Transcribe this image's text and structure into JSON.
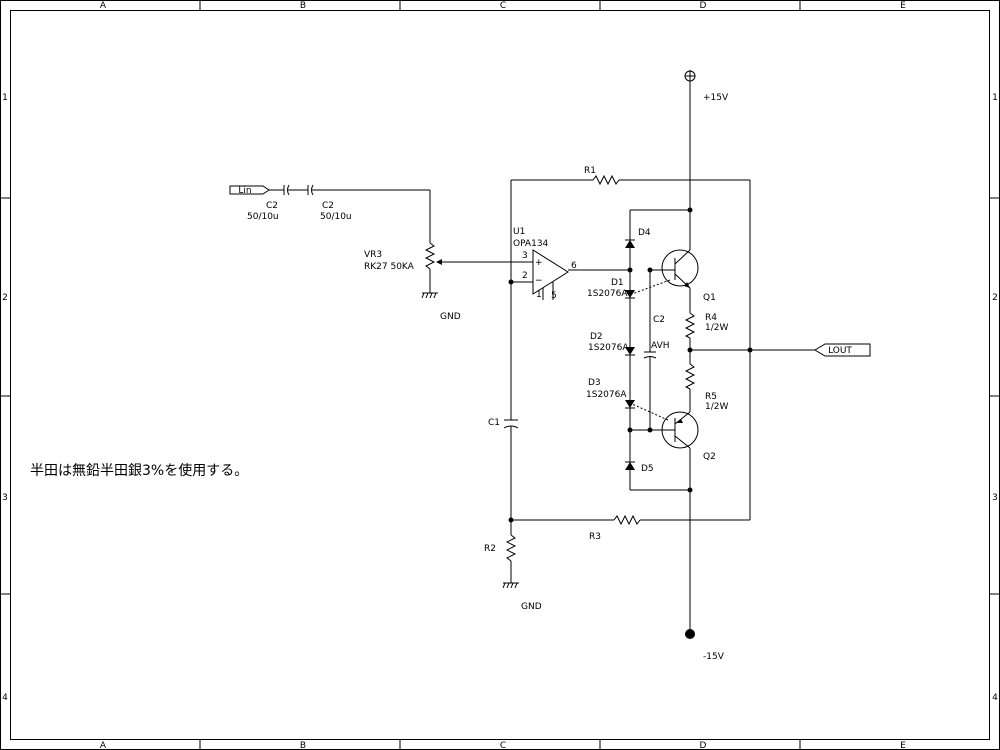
{
  "border": {
    "columns": [
      "A",
      "B",
      "C",
      "D",
      "E"
    ],
    "rows": [
      "1",
      "2",
      "3",
      "4"
    ]
  },
  "note": "半田は無鉛半田銀3%を使用する。",
  "connectors": {
    "input": "Lin",
    "output": "LOUT"
  },
  "power": {
    "pos": "+15V",
    "neg": "-15V"
  },
  "gnd_label": "GND",
  "parts": {
    "c2a_ref": "C2",
    "c2a_val": "50/10u",
    "c2b_ref": "C2",
    "c2b_val": "50/10u",
    "vr3_ref": "VR3",
    "vr3_val": "RK27 50KA",
    "u1_ref": "U1",
    "u1_val": "OPA134",
    "u1_pin3": "3",
    "u1_pin2": "2",
    "u1_pin6": "6",
    "u1_pin1": "1",
    "u1_pin5": "5",
    "u1_plus": "+",
    "u1_minus": "−",
    "r1": "R1",
    "r2": "R2",
    "r3": "R3",
    "r4_ref": "R4",
    "r4_val": "1/2W",
    "r5_ref": "R5",
    "r5_val": "1/2W",
    "c1": "C1",
    "c2_ref": "C2",
    "c2_val": "AVH",
    "d1_ref": "D1",
    "d1_val": "1S2076A",
    "d2_ref": "D2",
    "d2_val": "1S2076A",
    "d3_ref": "D3",
    "d3_val": "1S2076A",
    "d4": "D4",
    "d5": "D5",
    "q1": "Q1",
    "q2": "Q2"
  }
}
